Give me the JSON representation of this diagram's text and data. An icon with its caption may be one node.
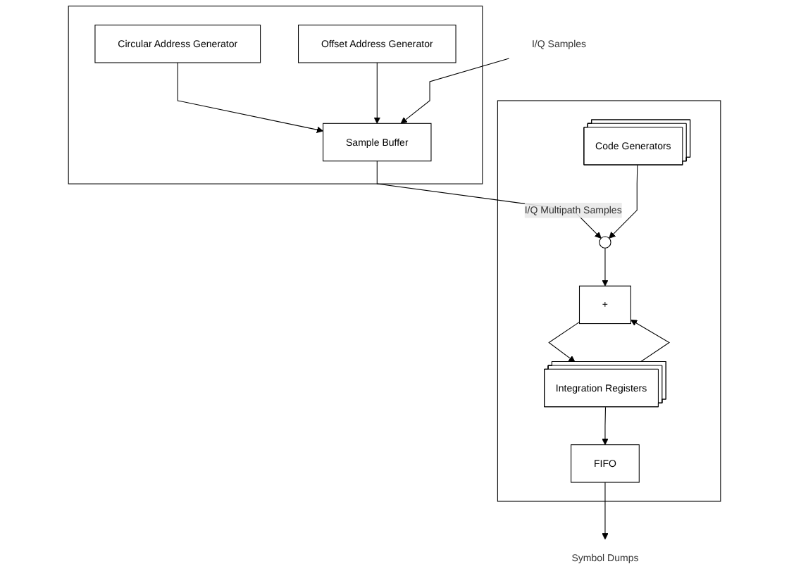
{
  "diagram": {
    "nodes": [
      {
        "text": [],
        "shape": "box"
      },
      {
        "text": [
          "Circular Address Generator"
        ],
        "in": 0
      },
      {
        "text": [
          "Offset Address Generator"
        ],
        "in": 0
      },
      {
        "text": [
          "Sample Buffer"
        ],
        "in": 0
      },
      {
        "text": [
          "I/Q Samples"
        ]
      },
      {
        "text": [],
        "shape": "box"
      },
      {
        "text": [],
        "shape": "circle",
        "in": 5
      },
      {
        "text": [
          "Code Generators"
        ],
        "in": 5
      },
      {
        "text": [
          "+"
        ],
        "in": 5
      },
      {
        "text": [
          "Integration Registers"
        ],
        "in": 5
      },
      {
        "text": [
          "FIFO"
        ],
        "in": 5
      },
      {
        "text": [
          "Symbol Dumps"
        ]
      }
    ],
    "edges": [
      {
        "from": 1,
        "to": 3,
        "arrow": "to"
      },
      {
        "from": 2,
        "to": 3,
        "arrow": "to"
      },
      {
        "from": 4,
        "to": 3,
        "arrow": "to"
      },
      {
        "from": 3,
        "to": 6,
        "arrow": "to",
        "label": "I/Q Multipath Samples"
      },
      {
        "from": 7,
        "to": 6,
        "arrow": "to"
      },
      {
        "from": 6,
        "to": 8,
        "arrow": "to"
      },
      {
        "from": 8,
        "to": 9,
        "arrow": "to"
      },
      {
        "from": 9,
        "to": 8,
        "arrow": "to"
      },
      {
        "from": 9,
        "to": 10,
        "arrow": "to"
      },
      {
        "from": 10,
        "to": 11,
        "arrow": "to"
      }
    ]
  }
}
